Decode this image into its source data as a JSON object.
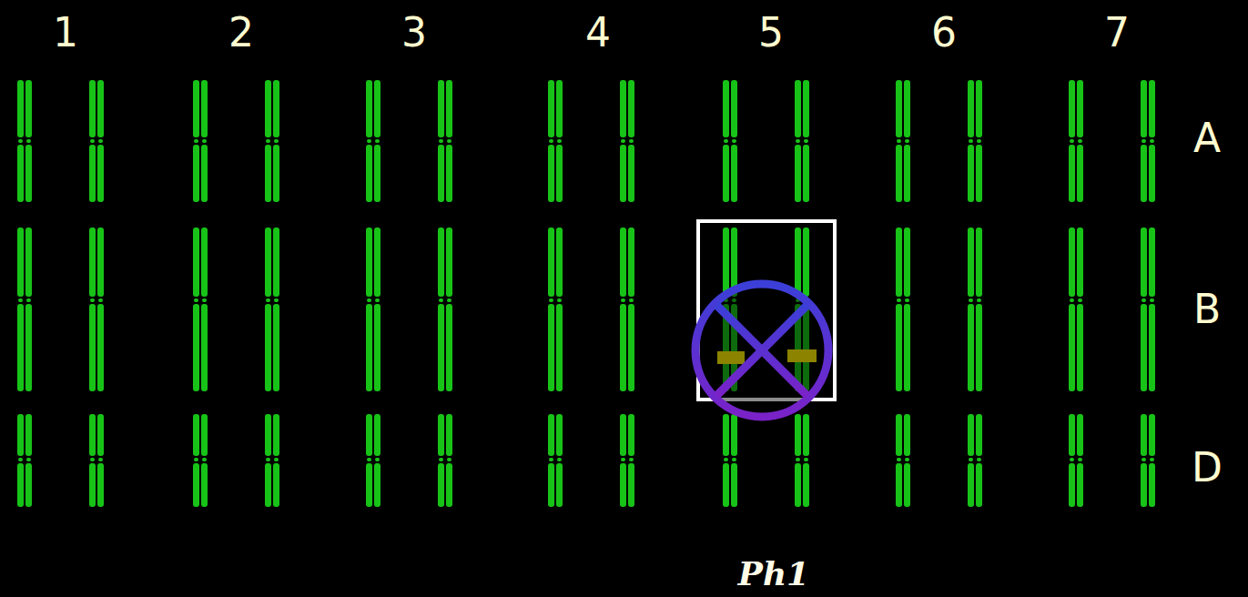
{
  "diagram": {
    "labels": [
      "1",
      "2",
      "3",
      "4",
      "5",
      "6",
      "7",
      "A",
      "B",
      "D",
      "Ph1"
    ]
  }
}
